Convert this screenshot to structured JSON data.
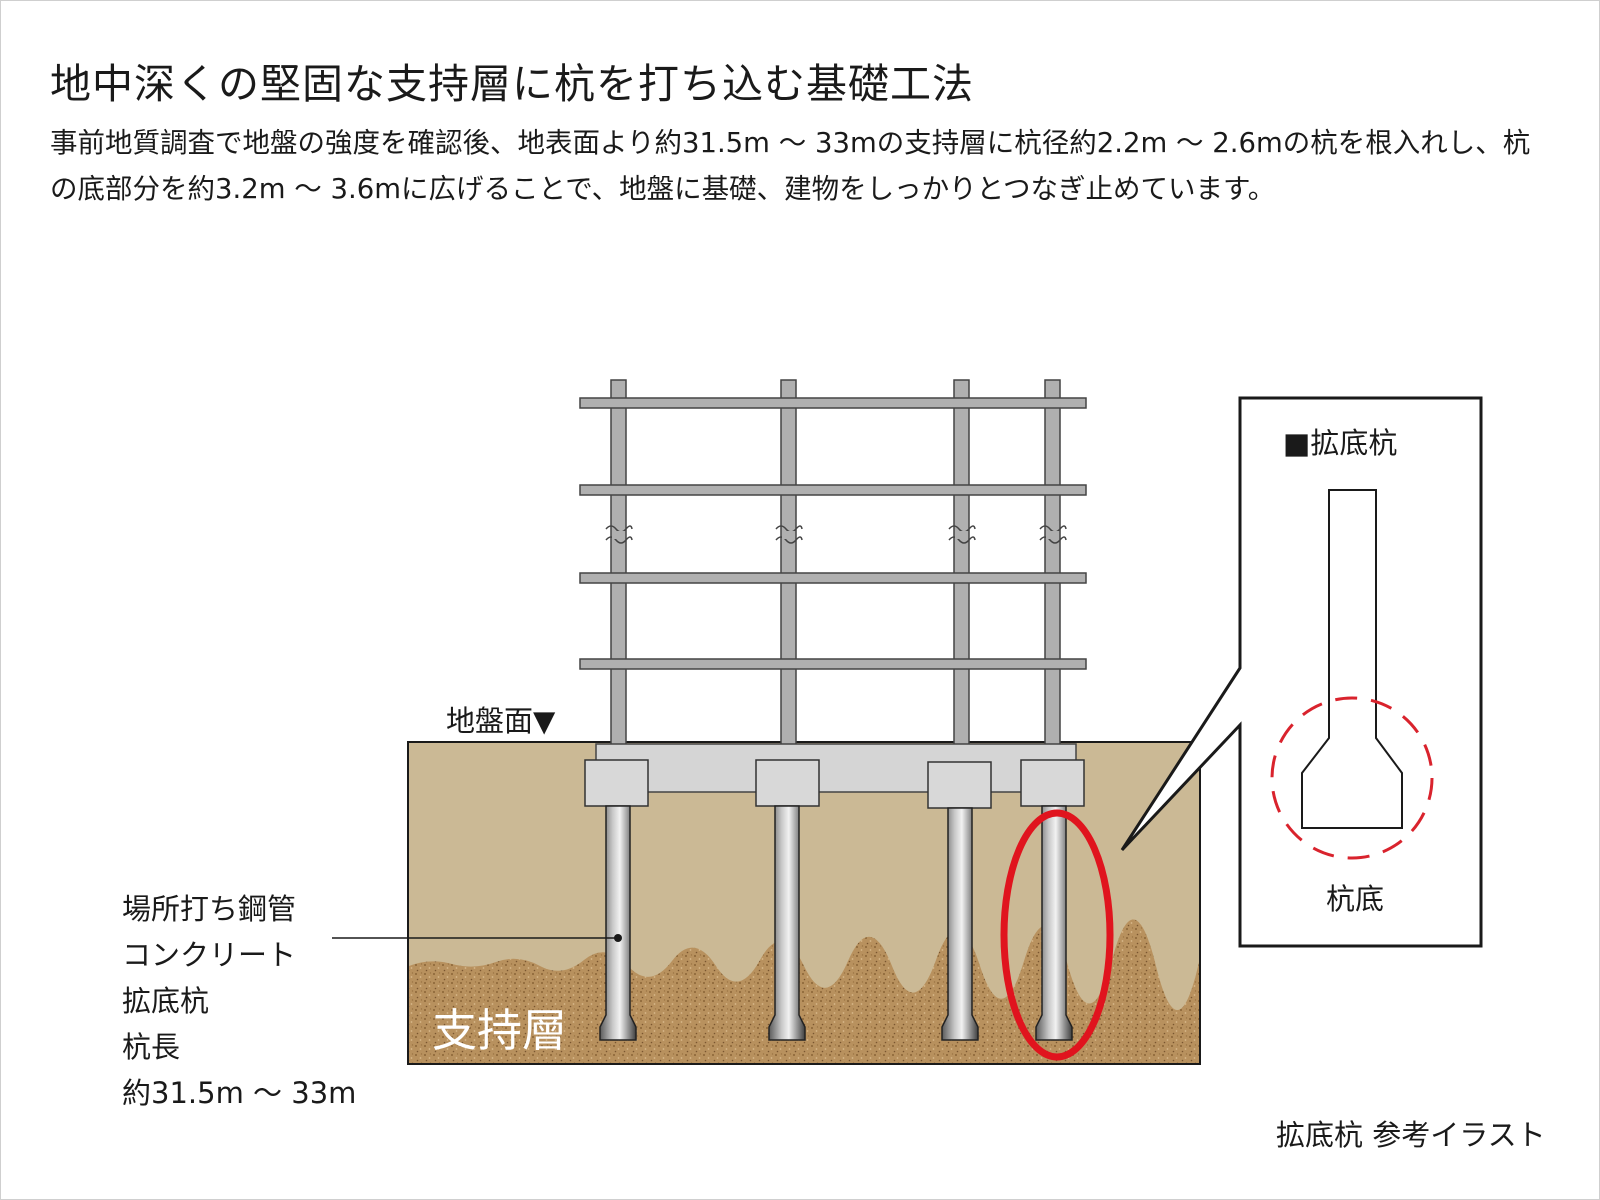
{
  "title": "地中深くの堅固な支持層に杭を打ち込む基礎工法",
  "description": "事前地質調査で地盤の強度を確認後、地表面より約31.5m 〜 33mの支持層に杭径約2.2m 〜 2.6mの杭を根入れし、杭の底部分を約3.2m 〜 3.6mに広げることで、地盤に基礎、建物をしっかりとつなぎ止めています。",
  "labels": {
    "ground_surface": "地盤面▼",
    "bearing_layer": "支持層",
    "pile_callout": [
      "場所打ち鋼管",
      "コンクリート",
      "拡底杭",
      "杭長",
      "約31.5m 〜 33m"
    ]
  },
  "detail": {
    "heading": "■拡底杭",
    "bottom_label": "杭底"
  },
  "caption": "拡底杭 参考イラスト",
  "colors": {
    "soil": "#cbb995",
    "bearing_layer": "#b48a55",
    "frame_gray": "#b0b0b0",
    "highlight_red": "#e0141e",
    "dashed_red": "#d9232d"
  }
}
